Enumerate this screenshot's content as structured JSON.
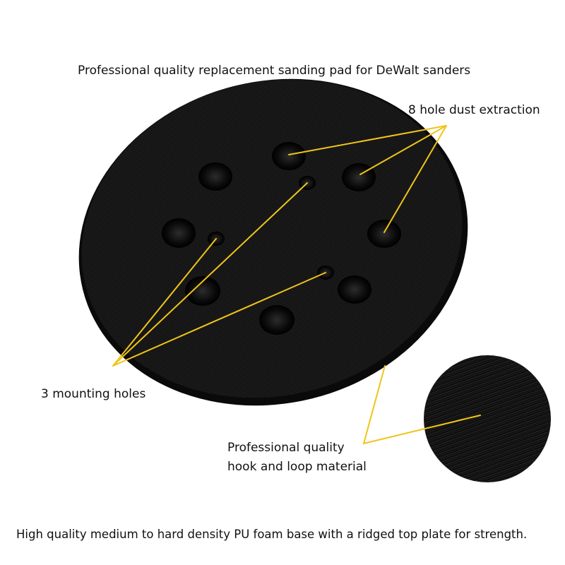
{
  "title": "Professional quality replacement sanding pad for DeWalt sanders",
  "callouts": {
    "dust_extraction": "8 hole dust extraction",
    "mounting_holes": "3 mounting holes",
    "hook_loop_line1": "Professional quality",
    "hook_loop_line2": "hook and loop material"
  },
  "footer": "High quality medium to hard density PU foam base with a ridged top plate for strength.",
  "colors": {
    "background": "#ffffff",
    "pad": "#121212",
    "leader_line": "#f0c419",
    "text": "#111111"
  }
}
